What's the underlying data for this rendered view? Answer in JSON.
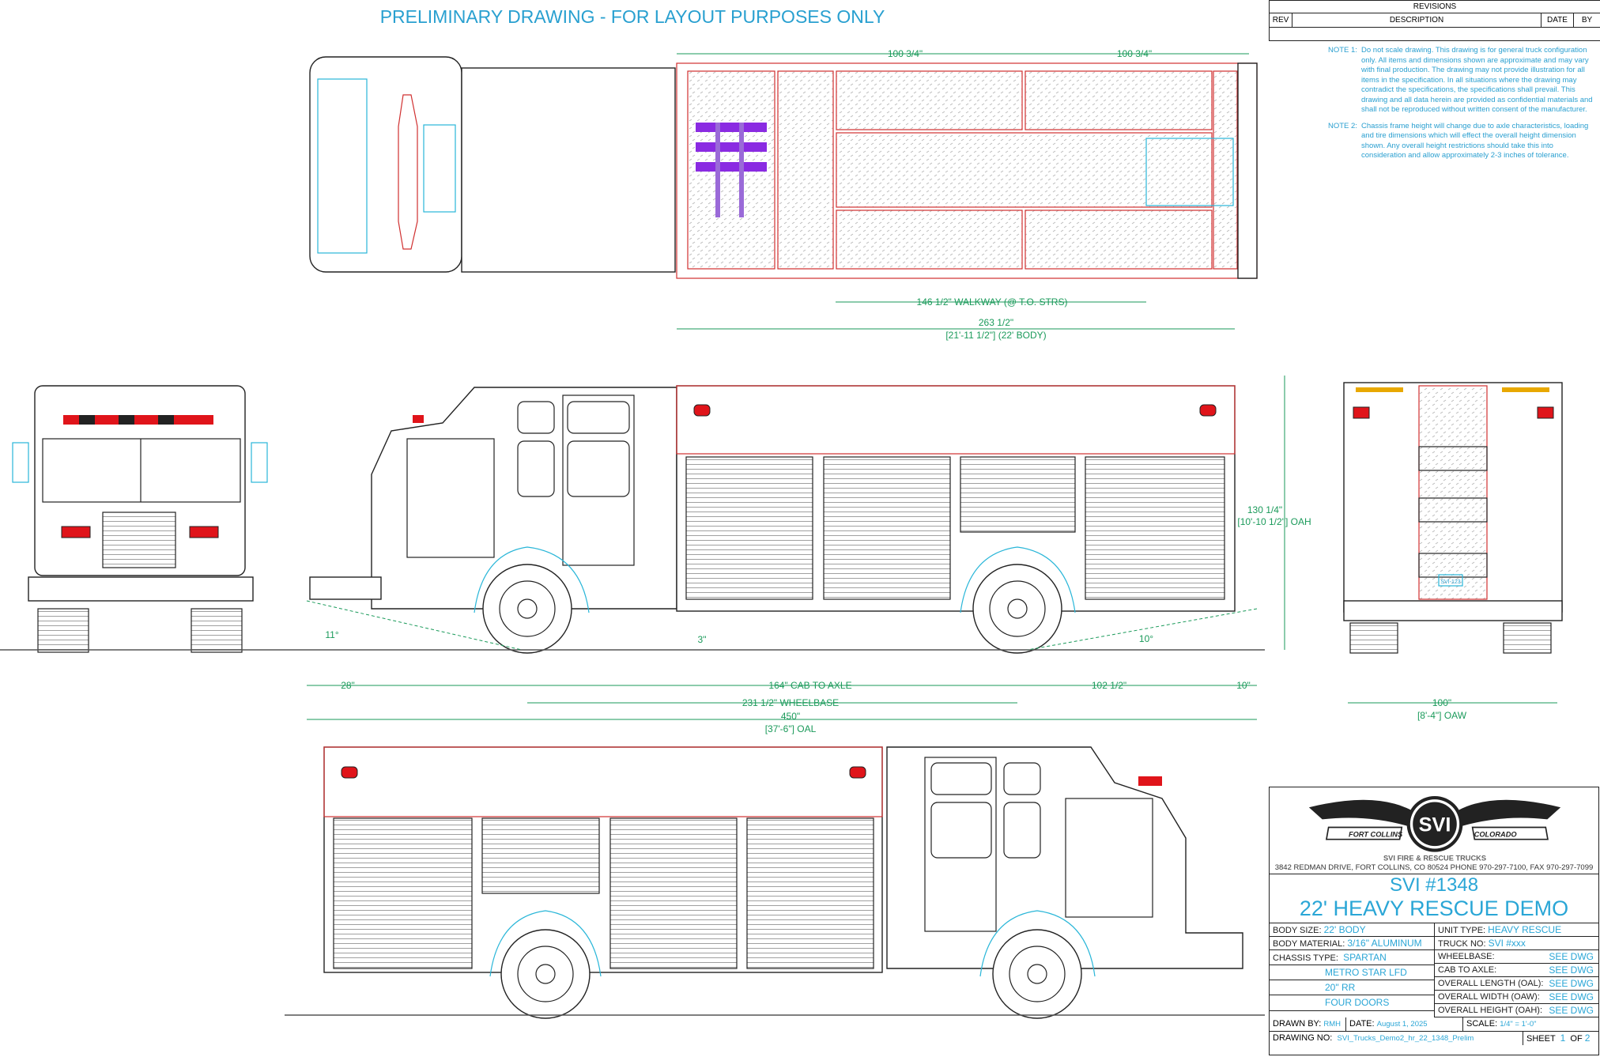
{
  "title": "PRELIMINARY DRAWING - FOR LAYOUT PURPOSES ONLY",
  "revisions": {
    "heading": "REVISIONS",
    "columns": [
      "REV",
      "DESCRIPTION",
      "DATE",
      "BY"
    ]
  },
  "notes": [
    {
      "label": "NOTE 1:",
      "text": "Do not scale drawing. This drawing is for general truck configuration only. All items and dimensions shown are approximate and may vary with final production. The drawing may not provide illustration for all items in the specification. In all situations where the drawing may contradict the specifications, the specifications shall prevail. This drawing and all data herein are provided as confidential materials and shall not be reproduced without written consent of the manufacturer."
    },
    {
      "label": "NOTE 2:",
      "text": "Chassis frame height will change due to axle characteristics, loading and tire dimensions which will effect the overall height dimension shown.  Any overall height restrictions should take this into consideration and allow approximately 2-3 inches of tolerance."
    }
  ],
  "dimensions": {
    "top_comp_1": "100 3/4\"",
    "top_comp_2": "100 3/4\"",
    "walkway": "146 1/2\" WALKWAY (@ T.O. STRS)",
    "body_len": "263 1/2\"",
    "body_len_ft": "[21'-11 1/2\"] (22' BODY)",
    "height": "130 1/4\"",
    "height_ft": "[10'-10 1/2\"] OAH",
    "approach": "11°",
    "bumper_gap": "3\"",
    "departure": "10°",
    "front_overhang": "28\"",
    "cab_to_axle": "164\" CAB TO AXLE",
    "rear_overhang": "102 1/2\"",
    "rear_step": "10\"",
    "wheelbase": "231 1/2\" WHEELBASE",
    "oal": "450\"",
    "oal_ft": "[37'-6\"] OAL",
    "width": "100\"",
    "width_ft": "[8'-4\"] OAW"
  },
  "rear_plate": "SVI-123",
  "logo": {
    "brand": "SVI",
    "left": "FORT COLLINS",
    "right": "COLORADO",
    "company": "SVI FIRE & RESCUE TRUCKS",
    "address": "3842 REDMAN DRIVE, FORT COLLINS, CO 80524 PHONE 970-297-7100, FAX 970-297-7099"
  },
  "title_block": {
    "job": "SVI #1348",
    "name": "22' HEAVY RESCUE DEMO",
    "left": [
      {
        "label": "BODY  SIZE:",
        "value": "22' BODY"
      },
      {
        "label": "BODY  MATERIAL:",
        "value": "3/16\" ALUMINUM"
      },
      {
        "label": "CHASSIS  TYPE:",
        "value": "SPARTAN"
      },
      {
        "label": "",
        "value": "METRO STAR LFD"
      },
      {
        "label": "",
        "value": "20\" RR"
      },
      {
        "label": "",
        "value": "FOUR DOORS"
      }
    ],
    "right": [
      {
        "label": "UNIT  TYPE:",
        "value": "HEAVY RESCUE"
      },
      {
        "label": "TRUCK  NO:",
        "value": "SVI #xxx"
      },
      {
        "label": "WHEELBASE:",
        "value": "SEE DWG"
      },
      {
        "label": "CAB  TO  AXLE:",
        "value": "SEE DWG"
      },
      {
        "label": "OVERALL  LENGTH  (OAL):",
        "value": "SEE DWG"
      },
      {
        "label": "OVERALL  WIDTH  (OAW):",
        "value": "SEE DWG"
      },
      {
        "label": "OVERALL  HEIGHT  (OAH):",
        "value": "SEE DWG"
      }
    ],
    "drawn_by_label": "DRAWN  BY:",
    "drawn_by": "RMH",
    "date_label": "DATE:",
    "date": "August 1, 2025",
    "scale_label": "SCALE:",
    "scale": "1/4\" = 1'-0\"",
    "drawing_no_label": "DRAWING  NO:",
    "drawing_no": "SVI_Trucks_Demo2_hr_22_1348_Prelim",
    "sheet_label": "SHEET",
    "sheet": "1",
    "of_label": "OF",
    "sheets": "2"
  }
}
